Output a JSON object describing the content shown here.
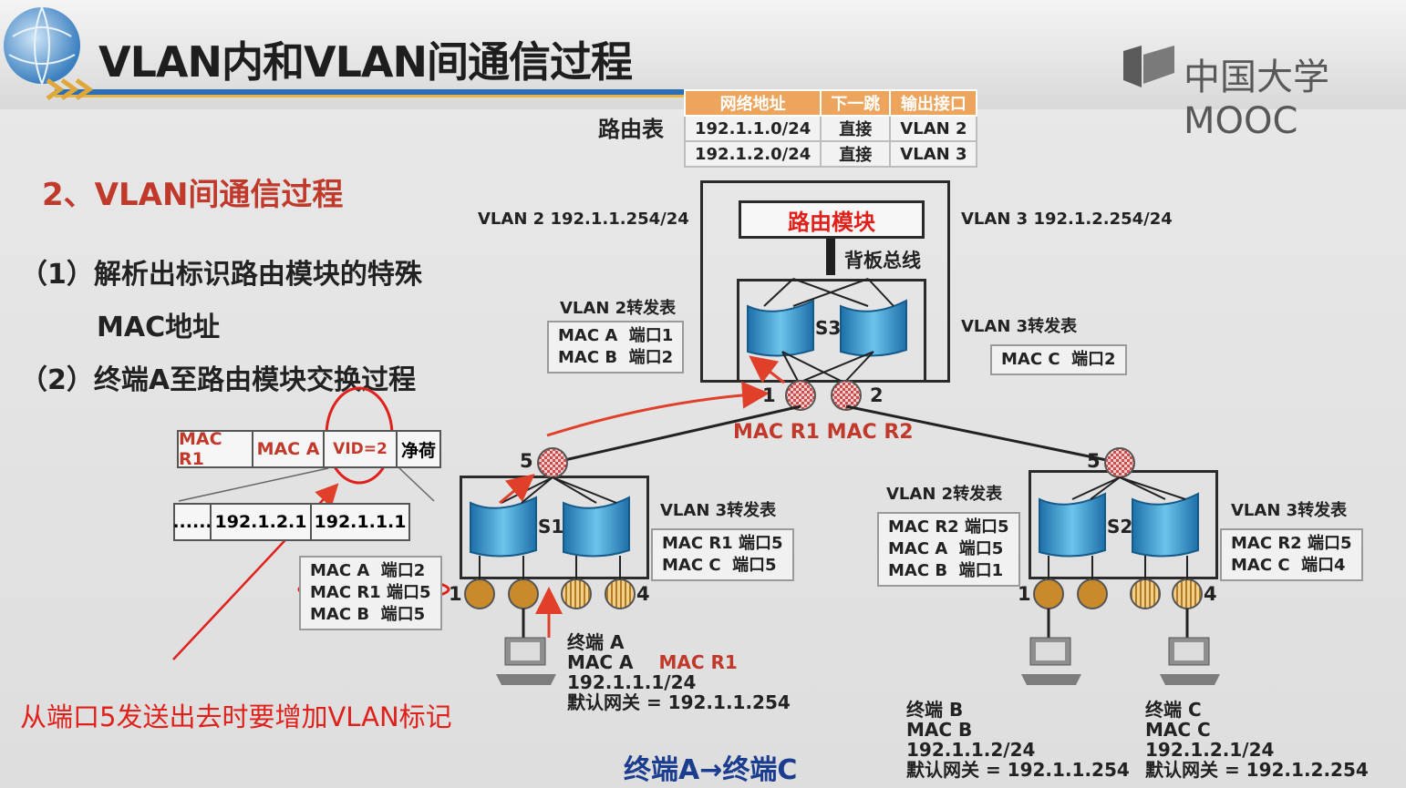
{
  "slide": {
    "title": "VLAN内和VLAN间通信过程",
    "logo": "中国大学MOOC",
    "section_heading": "2、VLAN间通信过程",
    "steps": [
      "（1）解析出标识路由模块的特殊",
      "MAC地址",
      "（2）终端A至路由模块交换过程"
    ],
    "annotation": "从端口5发送出去时要增加VLAN标记",
    "footer_caption": "终端A→终端C"
  },
  "routing_table": {
    "label": "路由表",
    "headers": [
      "网络地址",
      "下一跳",
      "输出接口"
    ],
    "rows": [
      [
        "192.1.1.0/24",
        "直接",
        "VLAN 2"
      ],
      [
        "192.1.2.0/24",
        "直接",
        "VLAN 3"
      ]
    ]
  },
  "router": {
    "module_label": "路由模块",
    "bus_label": "背板总线",
    "switch_label": "S3",
    "vlan2_if": "VLAN 2  192.1.1.254/24",
    "vlan3_if": "VLAN 3  192.1.2.254/24",
    "port1": "1",
    "port2": "2",
    "mac_labels": "MAC R1 MAC R2"
  },
  "s3_tables": {
    "vlan2_title": "VLAN 2转发表",
    "vlan2_rows": [
      "MAC A  端口1",
      "MAC B  端口2"
    ],
    "vlan3_title": "VLAN 3转发表",
    "vlan3_rows": [
      "MAC C  端口2"
    ]
  },
  "s1": {
    "label": "S1",
    "port5": "5",
    "port1": "1",
    "port4": "4",
    "vlan3_title": "VLAN 3转发表",
    "vlan3_rows": [
      "MAC R1 端口5",
      "MAC C  端口5"
    ],
    "vlan2_rows": [
      "MAC A  端口2",
      "MAC R1 端口5",
      "MAC B  端口5"
    ]
  },
  "s2": {
    "label": "S2",
    "port5": "5",
    "port1": "1",
    "port4": "4",
    "vlan2_title": "VLAN 2转发表",
    "vlan2_rows": [
      "MAC R2 端口5",
      "MAC A  端口5",
      "MAC B  端口1"
    ],
    "vlan3_title": "VLAN 3转发表",
    "vlan3_rows": [
      "MAC R2 端口5",
      "MAC C  端口4"
    ]
  },
  "frame": {
    "fields": [
      "MAC R1",
      "MAC A",
      "VID=2",
      "净荷"
    ],
    "payload": [
      "......",
      "192.1.2.1",
      "192.1.1.1"
    ]
  },
  "terminals": {
    "a": {
      "name": "终端 A",
      "mac": "MAC A",
      "dest_mac": "MAC R1",
      "ip": "192.1.1.1/24",
      "gateway": "默认网关 = 192.1.1.254"
    },
    "b": {
      "name": "终端 B",
      "mac": "MAC B",
      "ip": "192.1.1.2/24",
      "gateway": "默认网关 = 192.1.1.254"
    },
    "c": {
      "name": "终端 C",
      "mac": "MAC C",
      "ip": "192.1.2.1/24",
      "gateway": "默认网关 = 192.1.2.254"
    }
  },
  "colors": {
    "accent_red": "#c0392b",
    "annotation_red": "#e0201b",
    "table_header": "#eda45c",
    "switch_blue": "#3a9ad0",
    "port_brown": "#c98a2c",
    "caption_blue": "#1a3d8f"
  }
}
